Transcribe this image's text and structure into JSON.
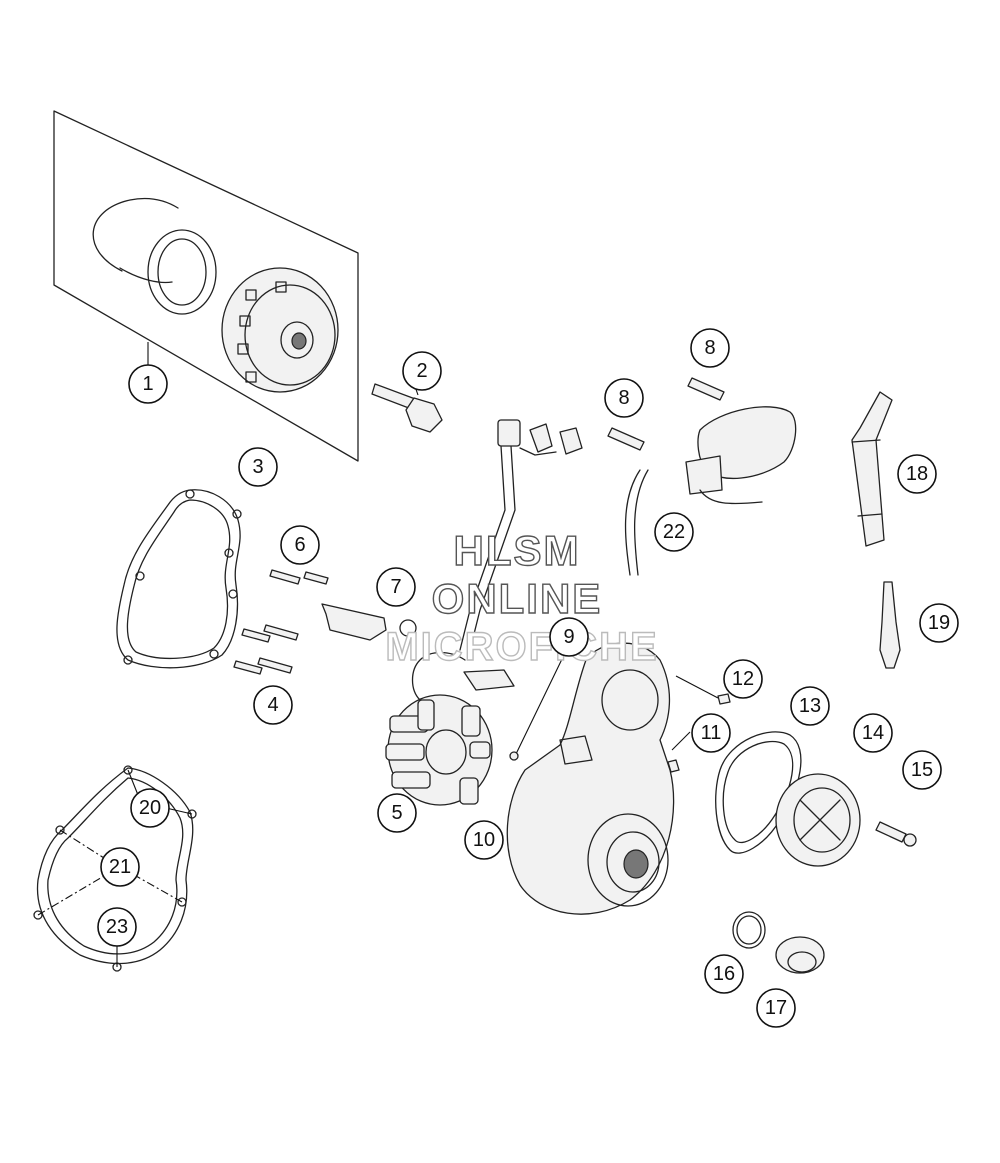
{
  "watermark": {
    "line1": "HLSM",
    "line2": "ONLINE",
    "line3": "MICROFICHE"
  },
  "callouts": [
    {
      "id": "c1",
      "label": "1"
    },
    {
      "id": "c2",
      "label": "2"
    },
    {
      "id": "c3",
      "label": "3"
    },
    {
      "id": "c4",
      "label": "4"
    },
    {
      "id": "c5",
      "label": "5"
    },
    {
      "id": "c6",
      "label": "6"
    },
    {
      "id": "c7",
      "label": "7"
    },
    {
      "id": "c8a",
      "label": "8"
    },
    {
      "id": "c8b",
      "label": "8"
    },
    {
      "id": "c9",
      "label": "9"
    },
    {
      "id": "c10",
      "label": "10"
    },
    {
      "id": "c11",
      "label": "11"
    },
    {
      "id": "c12",
      "label": "12"
    },
    {
      "id": "c13",
      "label": "13"
    },
    {
      "id": "c14",
      "label": "14"
    },
    {
      "id": "c15",
      "label": "15"
    },
    {
      "id": "c16",
      "label": "16"
    },
    {
      "id": "c17",
      "label": "17"
    },
    {
      "id": "c18",
      "label": "18"
    },
    {
      "id": "c19",
      "label": "19"
    },
    {
      "id": "c20",
      "label": "20"
    },
    {
      "id": "c21",
      "label": "21"
    },
    {
      "id": "c22",
      "label": "22"
    },
    {
      "id": "c23",
      "label": "23"
    }
  ]
}
